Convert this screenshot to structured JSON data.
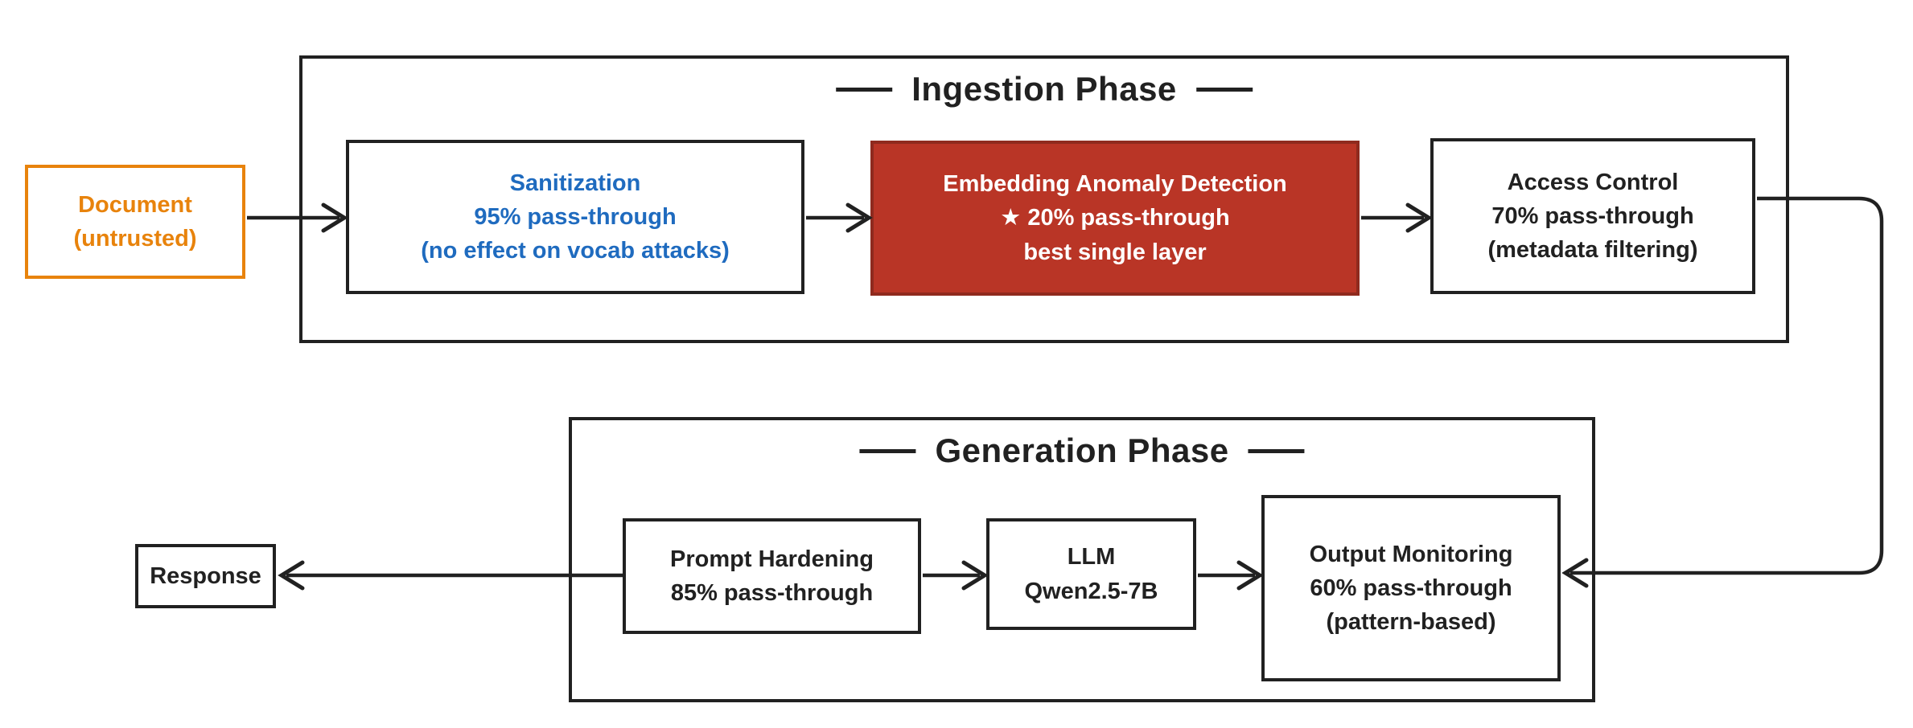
{
  "phases": {
    "ingestion": {
      "title": "Ingestion Phase"
    },
    "generation": {
      "title": "Generation Phase"
    }
  },
  "nodes": {
    "document": {
      "lines": [
        "Document",
        "(untrusted)"
      ]
    },
    "sanitization": {
      "lines": [
        "Sanitization",
        "95% pass-through",
        "(no effect on vocab attacks)"
      ]
    },
    "embedding_anomaly_detection": {
      "lines": [
        "Embedding Anomaly Detection",
        "★ 20% pass-through",
        "best single layer"
      ]
    },
    "access_control": {
      "lines": [
        "Access Control",
        "70% pass-through",
        "(metadata filtering)"
      ]
    },
    "prompt_hardening": {
      "lines": [
        "Prompt Hardening",
        "85% pass-through"
      ]
    },
    "llm": {
      "lines": [
        "LLM",
        "Qwen2.5-7B"
      ]
    },
    "output_monitoring": {
      "lines": [
        "Output Monitoring",
        "60% pass-through",
        "(pattern-based)"
      ]
    },
    "response": {
      "lines": [
        "Response"
      ]
    }
  },
  "icons": {
    "star": {
      "name": "star-icon",
      "glyph": "★"
    }
  },
  "colors": {
    "line_black": "#212121",
    "untrusted_orange": "#E8830C",
    "sanitization_blue": "#1F6BBF",
    "highlight_red_fill": "#B93526",
    "highlight_red_border": "#8F2A1E",
    "highlight_text_white": "#FFFFFF"
  }
}
